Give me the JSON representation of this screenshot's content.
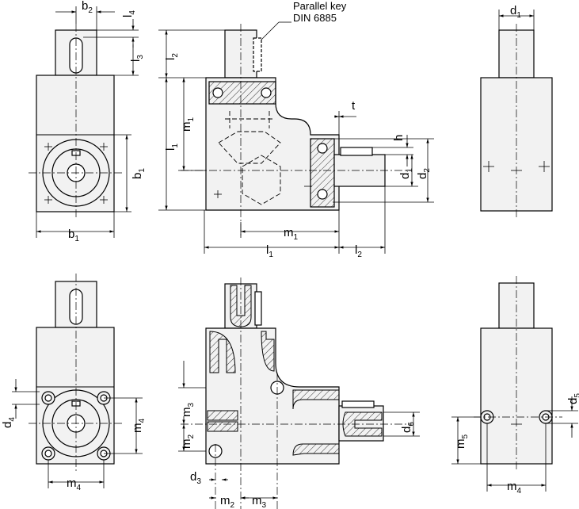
{
  "labels": {
    "parallel_key_line1": "Parallel key",
    "parallel_key_line2": "DIN 6885"
  },
  "dimensions": {
    "b2": {
      "base": "b",
      "sub": "2"
    },
    "l4": {
      "base": "l",
      "sub": "4"
    },
    "l3": {
      "base": "l",
      "sub": "3"
    },
    "b1_top": {
      "base": "b",
      "sub": "1"
    },
    "b1_right": {
      "base": "b",
      "sub": "1"
    },
    "l2_top": {
      "base": "l",
      "sub": "2"
    },
    "m1_vertical": {
      "base": "m",
      "sub": "1"
    },
    "l1_vertical": {
      "base": "l",
      "sub": "1"
    },
    "t": {
      "base": "t",
      "sub": ""
    },
    "h": {
      "base": "h",
      "sub": ""
    },
    "d1_front": {
      "base": "d",
      "sub": "1"
    },
    "d2_front": {
      "base": "d",
      "sub": "2"
    },
    "m1_horizontal": {
      "base": "m",
      "sub": "1"
    },
    "l1_horizontal": {
      "base": "l",
      "sub": "1"
    },
    "l2_horizontal": {
      "base": "l",
      "sub": "2"
    },
    "d1_side": {
      "base": "d",
      "sub": "1"
    },
    "d4": {
      "base": "d",
      "sub": "4"
    },
    "m4_vertical": {
      "base": "m",
      "sub": "4"
    },
    "m4_left": {
      "base": "m",
      "sub": "4"
    },
    "m3_vertical": {
      "base": "m",
      "sub": "3"
    },
    "m2_vertical": {
      "base": "m",
      "sub": "2"
    },
    "d3": {
      "base": "d",
      "sub": "3"
    },
    "m2_horizontal": {
      "base": "m",
      "sub": "2"
    },
    "m3_horizontal": {
      "base": "m",
      "sub": "3"
    },
    "d6": {
      "base": "d",
      "sub": "6"
    },
    "d5": {
      "base": "d",
      "sub": "5"
    },
    "m5": {
      "base": "m",
      "sub": "5"
    },
    "m4_right": {
      "base": "m",
      "sub": "4"
    }
  }
}
